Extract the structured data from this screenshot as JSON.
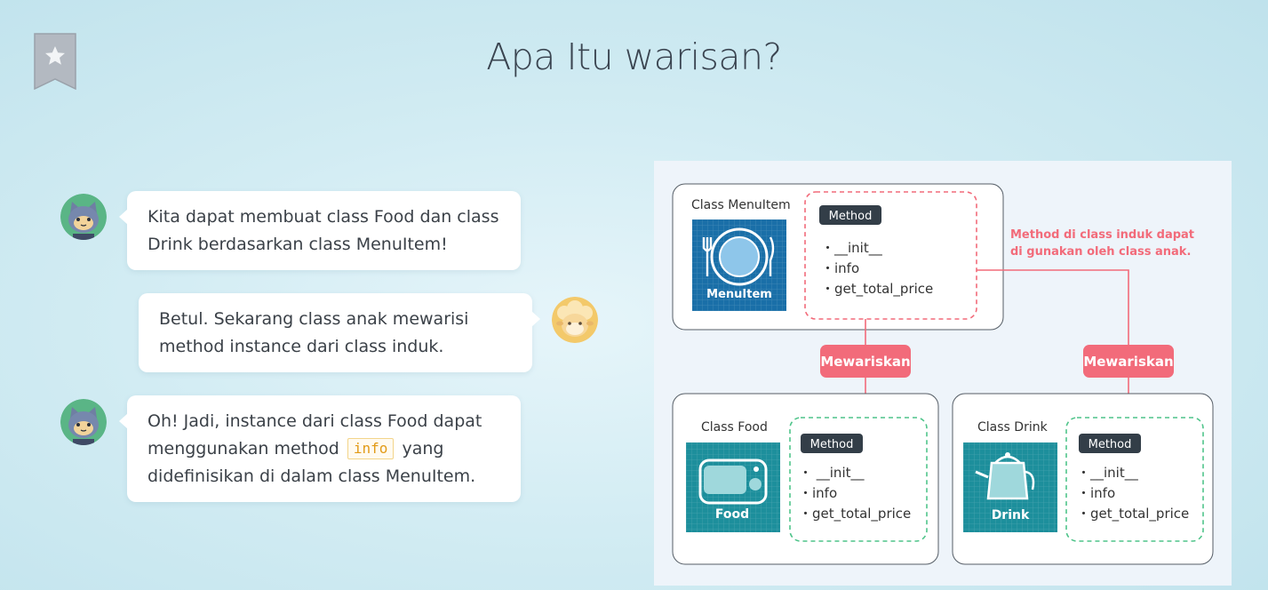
{
  "page": {
    "title": "Apa Itu warisan?"
  },
  "chat": {
    "messages": [
      {
        "speaker": "cat",
        "line1": "Kita dapat membuat class Food dan class",
        "line2": "Drink berdasarkan class MenuItem!"
      },
      {
        "speaker": "sheep",
        "line1": "Betul. Sekarang class anak mewarisi",
        "line2": "method instance dari class induk."
      },
      {
        "speaker": "cat",
        "line1": "Oh! Jadi, instance dari class Food dapat",
        "line2_before": "menggunakan method",
        "code": "info",
        "line2_after": "yang",
        "line3": "didefinisikan di dalam class MenuItem."
      }
    ]
  },
  "diagram": {
    "parent": {
      "title": "Class MenuItem",
      "icon_label": "MenuItem",
      "method_badge": "Method",
      "methods": [
        "・__init__",
        "・info",
        "・get_total_price"
      ]
    },
    "note": {
      "line1": "Method di class induk dapat",
      "line2": "di gunakan oleh class anak."
    },
    "inherit_label": "Mewariskan",
    "food": {
      "title": "Class Food",
      "icon_label": "Food",
      "method_badge": "Method",
      "methods": [
        "・ __init__",
        "・info",
        "・get_total_price"
      ]
    },
    "drink": {
      "title": "Class Drink",
      "icon_label": "Drink",
      "method_badge": "Method",
      "methods": [
        "・__init__",
        "・info",
        "・get_total_price"
      ]
    },
    "colors": {
      "accent_pink": "#f26b7a",
      "method_badge": "#333e48",
      "icon_blue": "#1a6fa8",
      "icon_teal": "#1d8f9c",
      "dashed_green": "#4fc48a"
    }
  }
}
